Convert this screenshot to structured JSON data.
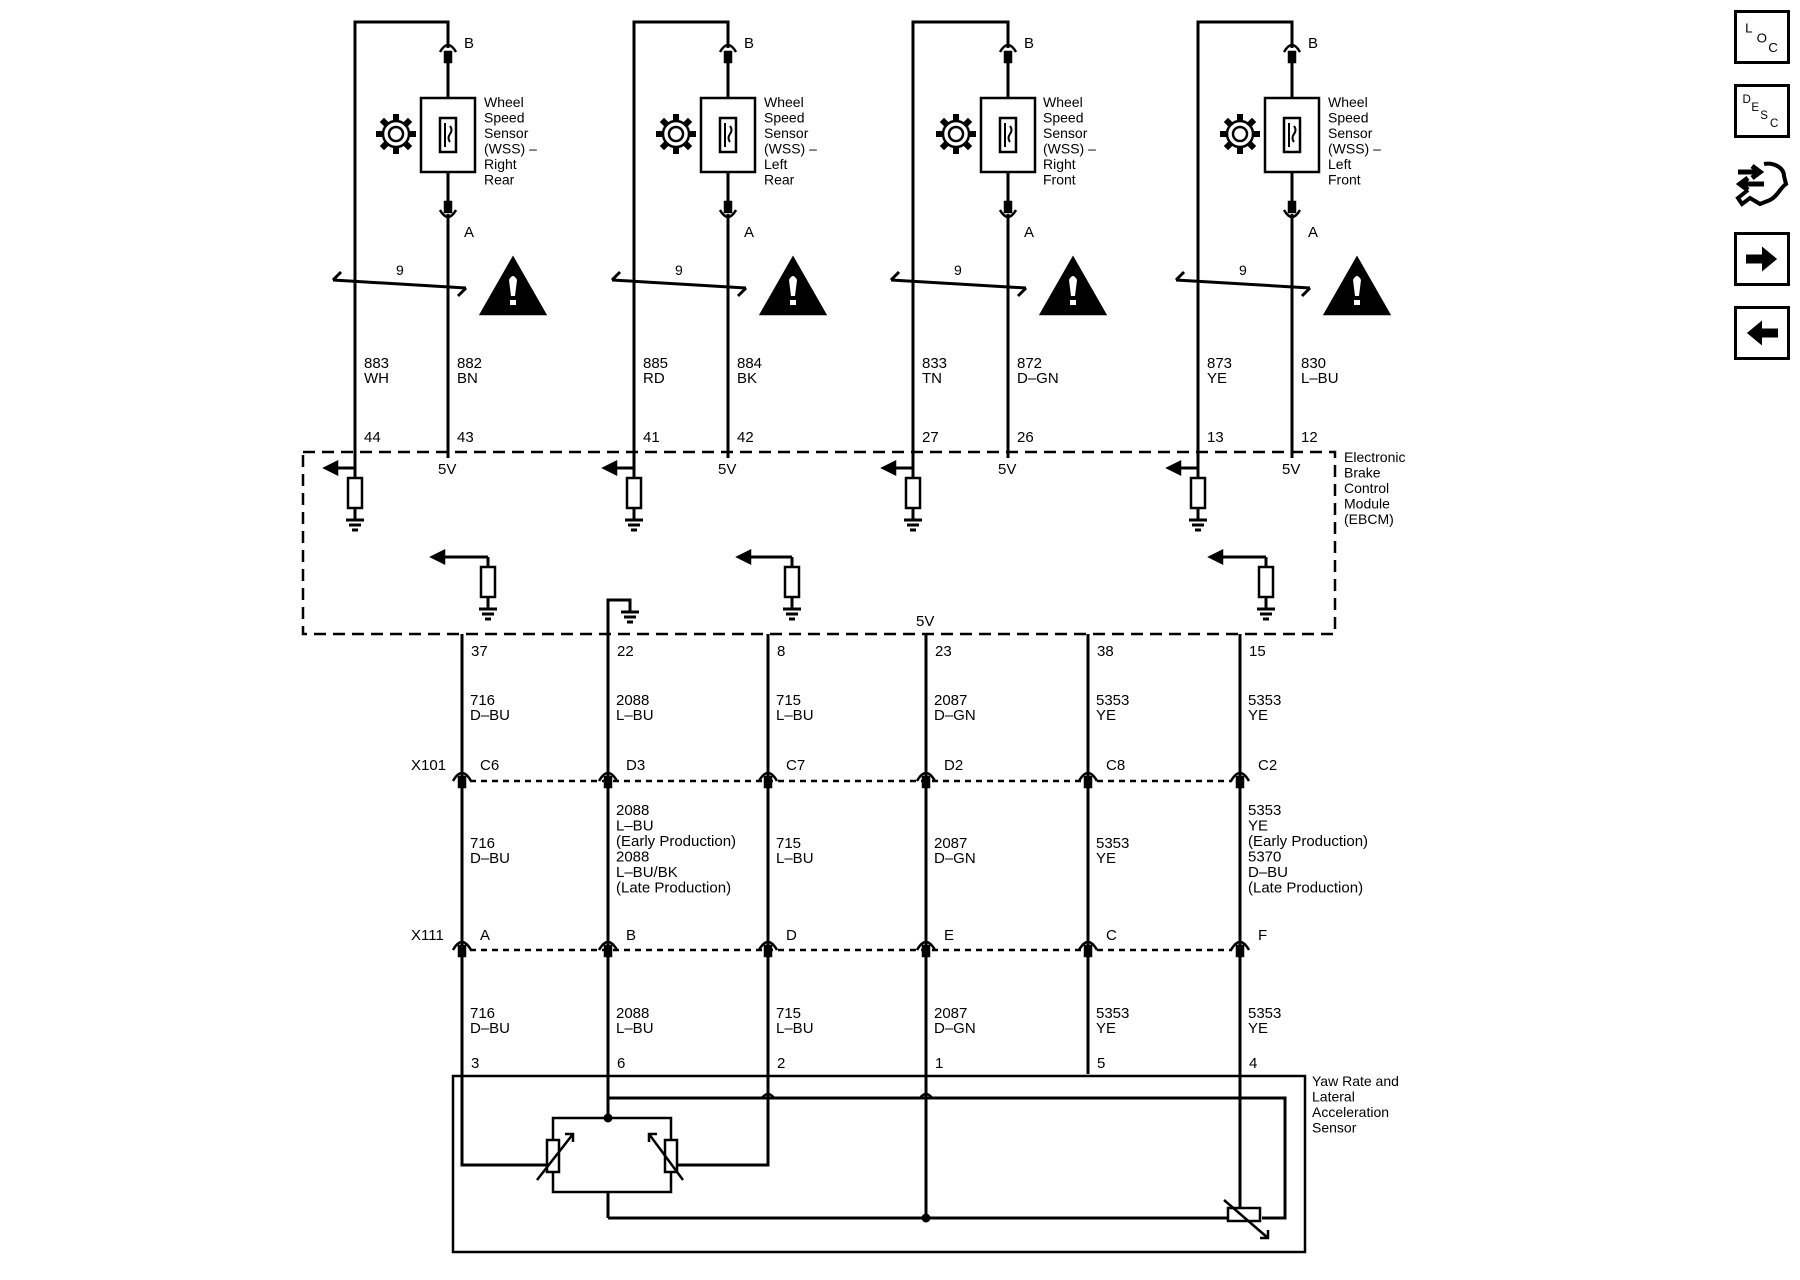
{
  "sensors": [
    {
      "pin_top": "B",
      "pin_bottom": "A",
      "name": [
        "Wheel",
        "Speed",
        "Sensor",
        "(WSS) –",
        "Right",
        "Rear"
      ],
      "bundle": "9",
      "wire1": {
        "circuit": "883",
        "color": "WH",
        "pin": "44"
      },
      "wire2": {
        "circuit": "882",
        "color": "BN",
        "pin": "43"
      },
      "voltage": "5V"
    },
    {
      "pin_top": "B",
      "pin_bottom": "A",
      "name": [
        "Wheel",
        "Speed",
        "Sensor",
        "(WSS) –",
        "Left",
        "Rear"
      ],
      "bundle": "9",
      "wire1": {
        "circuit": "885",
        "color": "RD",
        "pin": "41"
      },
      "wire2": {
        "circuit": "884",
        "color": "BK",
        "pin": "42"
      },
      "voltage": "5V"
    },
    {
      "pin_top": "B",
      "pin_bottom": "A",
      "name": [
        "Wheel",
        "Speed",
        "Sensor",
        "(WSS) –",
        "Right",
        "Front"
      ],
      "bundle": "9",
      "wire1": {
        "circuit": "833",
        "color": "TN",
        "pin": "27"
      },
      "wire2": {
        "circuit": "872",
        "color": "D–GN",
        "pin": "26"
      },
      "voltage": "5V"
    },
    {
      "pin_top": "B",
      "pin_bottom": "A",
      "name": [
        "Wheel",
        "Speed",
        "Sensor",
        "(WSS) –",
        "Left",
        "Front"
      ],
      "bundle": "9",
      "wire1": {
        "circuit": "873",
        "color": "YE",
        "pin": "13"
      },
      "wire2": {
        "circuit": "830",
        "color": "L–BU",
        "pin": "12"
      },
      "voltage": "5V"
    }
  ],
  "ebcm": {
    "label": [
      "Electronic",
      "Brake",
      "Control",
      "Module",
      "(EBCM)"
    ],
    "voltage": "5V"
  },
  "connectors": {
    "x101": "X101",
    "x111": "X111"
  },
  "bottom_wires": [
    {
      "ebcm_pin": "37",
      "upper": [
        "716",
        "D–BU"
      ],
      "x101_pin": "C6",
      "middle": [
        "716",
        "D–BU"
      ],
      "x111_pin": "A",
      "lower": [
        "716",
        "D–BU"
      ],
      "sensor_pin": "3"
    },
    {
      "ebcm_pin": "22",
      "upper": [
        "2088",
        "L–BU"
      ],
      "x101_pin": "D3",
      "middle": [
        "2088",
        "L–BU",
        "(Early Production)",
        "2088",
        "L–BU/BK",
        "(Late Production)"
      ],
      "x111_pin": "B",
      "lower": [
        "2088",
        "L–BU"
      ],
      "sensor_pin": "6"
    },
    {
      "ebcm_pin": "8",
      "upper": [
        "715",
        "L–BU"
      ],
      "x101_pin": "C7",
      "middle": [
        "715",
        "L–BU"
      ],
      "x111_pin": "D",
      "lower": [
        "715",
        "L–BU"
      ],
      "sensor_pin": "2"
    },
    {
      "ebcm_pin": "23",
      "upper": [
        "2087",
        "D–GN"
      ],
      "x101_pin": "D2",
      "middle": [
        "2087",
        "D–GN"
      ],
      "x111_pin": "E",
      "lower": [
        "2087",
        "D–GN"
      ],
      "sensor_pin": "1"
    },
    {
      "ebcm_pin": "38",
      "upper": [
        "5353",
        "YE"
      ],
      "x101_pin": "C8",
      "middle": [
        "5353",
        "YE"
      ],
      "x111_pin": "C",
      "lower": [
        "5353",
        "YE"
      ],
      "sensor_pin": "5"
    },
    {
      "ebcm_pin": "15",
      "upper": [
        "5353",
        "YE"
      ],
      "x101_pin": "C2",
      "middle": [
        "5353",
        "YE",
        "(Early Production)",
        "5370",
        "D–BU",
        "(Late Production)"
      ],
      "x111_pin": "F",
      "lower": [
        "5353",
        "YE"
      ],
      "sensor_pin": "4"
    }
  ],
  "yaw_sensor": {
    "label": [
      "Yaw Rate and",
      "Lateral",
      "Acceleration",
      "Sensor"
    ]
  },
  "nav_buttons": [
    {
      "name": "loc-button",
      "letters": [
        "L",
        "O",
        "C"
      ]
    },
    {
      "name": "desc-button",
      "letters": [
        "D",
        "E",
        "S",
        "C"
      ]
    },
    {
      "name": "connector-wrench-button",
      "icon": "connector-wrench-icon"
    },
    {
      "name": "next-button",
      "icon": "arrow-right-icon"
    },
    {
      "name": "previous-button",
      "icon": "arrow-left-icon"
    }
  ]
}
